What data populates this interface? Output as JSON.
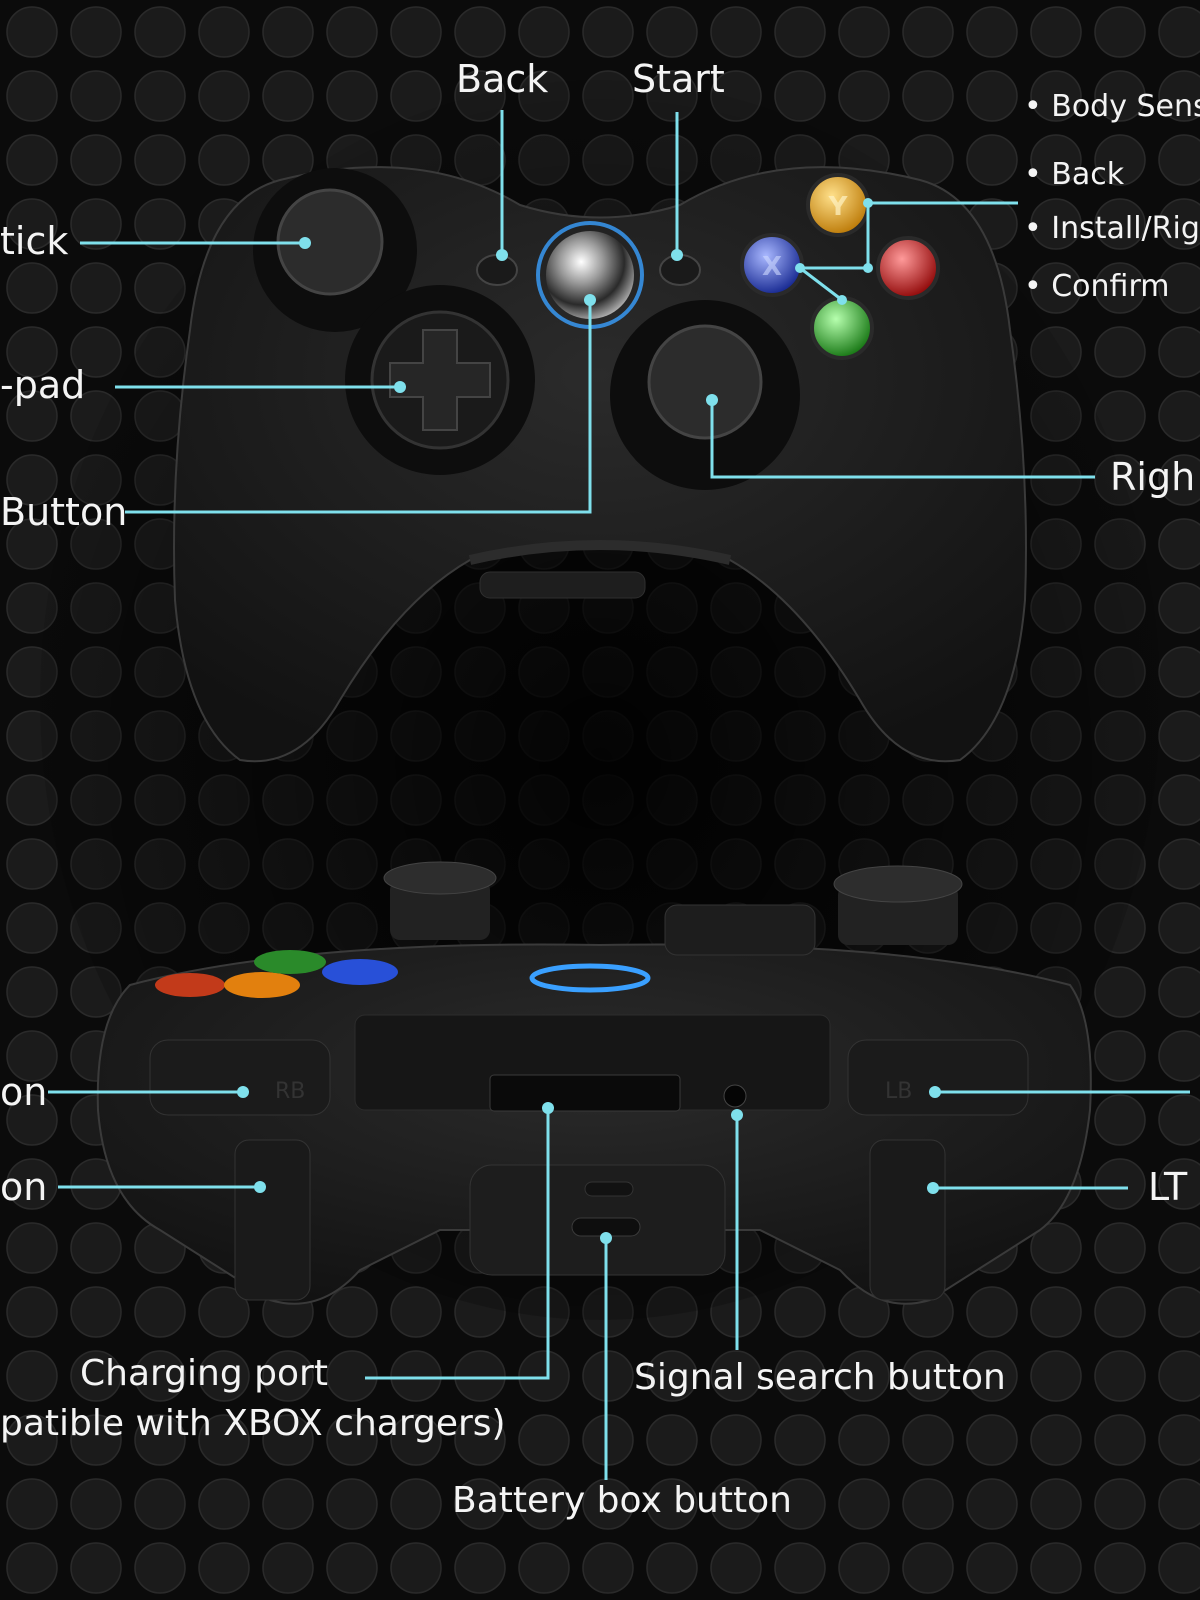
{
  "colors": {
    "background": "#0b0b0b",
    "callout_line": "#7fe0ec",
    "label_text": "#f4f4f4",
    "guide_ring": "#3aa0ff",
    "button_y": "#f0a500",
    "button_b": "#d81818",
    "button_x": "#1c3fd8",
    "button_a": "#21b51f"
  },
  "top_view": {
    "labels": {
      "back": "Back",
      "start": "Start",
      "left_stick": "tick",
      "dpad": "-pad",
      "guide_button": "Button",
      "right_stick": "Righ"
    },
    "face_button_functions": [
      "Body Sense",
      "Back",
      "Install/Righ",
      "Confirm"
    ],
    "face_button_letters": {
      "y": "Y",
      "x": "X"
    }
  },
  "bottom_view": {
    "labels": {
      "rb_button": "on",
      "rt_button": "on",
      "lt": "LT",
      "charging_port_line1": "Charging port",
      "charging_port_line2": "patible with  XBOX chargers)",
      "signal_search": "Signal search button",
      "battery_box": "Battery box button"
    },
    "bumper_marks": {
      "rb": "RB",
      "lb": "LB"
    }
  }
}
